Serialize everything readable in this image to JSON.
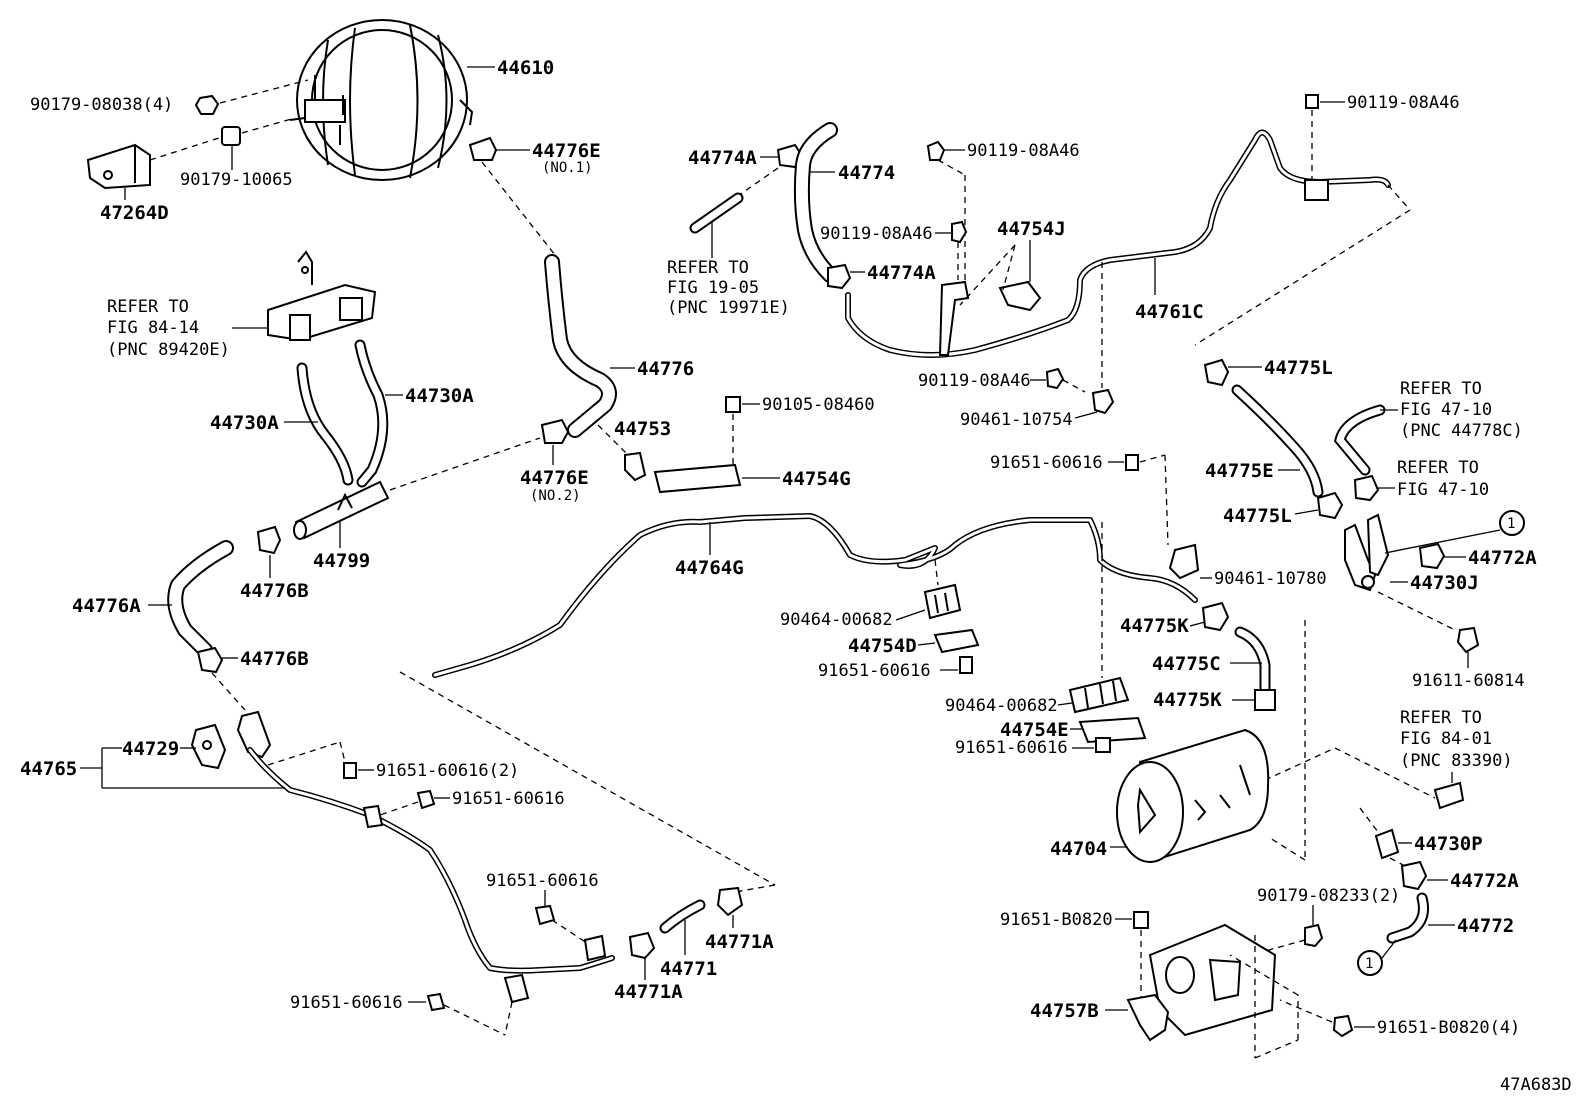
{
  "diagram_code": "47A683D",
  "labels": {
    "p44610": "44610",
    "p90179_08038": "90179-08038(4)",
    "p90179_10065": "90179-10065",
    "p47264D": "47264D",
    "p44776E_1": "44776E",
    "no1": "(NO.1)",
    "p44774A_top": "44774A",
    "p44774": "44774",
    "refer1905_a": "REFER TO",
    "refer1905_b": "FIG 19-05",
    "refer1905_c": "(PNC 19971E)",
    "p90119_a": "90119-08A46",
    "p90119_b": "90119-08A46",
    "p44774A_bot": "44774A",
    "p44754J": "44754J",
    "p44761C": "44761C",
    "p90119_c": "90119-08A46",
    "p90119_d": "90119-08A46",
    "p90461_10754": "90461-10754",
    "refer8414_a": "REFER TO",
    "refer8414_b": "FIG 84-14",
    "refer8414_c": "(PNC 89420E)",
    "p44730A_r": "44730A",
    "p44730A_l": "44730A",
    "p44776": "44776",
    "p44753": "44753",
    "p90105": "90105-08460",
    "p44754G": "44754G",
    "p44776E_2": "44776E",
    "no2": "(NO.2)",
    "p44799": "44799",
    "p44776B_top": "44776B",
    "p44776A": "44776A",
    "p44776B_bot": "44776B",
    "p44764G": "44764G",
    "p90464_a": "90464-00682",
    "p44754D": "44754D",
    "p91651_a": "91651-60616",
    "p44775L_top": "44775L",
    "refer4710a_a": "REFER TO",
    "refer4710a_b": "FIG 47-10",
    "refer4710a_c": "(PNC 44778C)",
    "p91651_b": "91651-60616",
    "p44775E": "44775E",
    "refer4710b_a": "REFER TO",
    "refer4710b_b": "FIG 47-10",
    "p44775L_bot": "44775L",
    "circle1": "1",
    "p44772A_top": "44772A",
    "p44730J": "44730J",
    "p90461_10780": "90461-10780",
    "p44775K_top": "44775K",
    "p91611": "91611-60814",
    "p44775C": "44775C",
    "p44775K_bot": "44775K",
    "p90464_b": "90464-00682",
    "p44754E": "44754E",
    "p91651_c": "91651-60616",
    "refer8401_a": "REFER TO",
    "refer8401_b": "FIG 84-01",
    "refer8401_c": "(PNC 83390)",
    "p44729": "44729",
    "p44765": "44765",
    "p91651_d": "91651-60616(2)",
    "p91651_e": "91651-60616",
    "p44704": "44704",
    "p44730P": "44730P",
    "p44772A_bot": "44772A",
    "p91651_f": "91651-60616",
    "p90179_08233": "90179-08233(2)",
    "p91651_B0820": "91651-B0820",
    "p44772": "44772",
    "circle2": "1",
    "p44771": "44771",
    "p44771A_r": "44771A",
    "p44771A_l": "44771A",
    "p91651_g": "91651-60616",
    "p44757B": "44757B",
    "p91651_B0820_4": "91651-B0820(4)"
  }
}
